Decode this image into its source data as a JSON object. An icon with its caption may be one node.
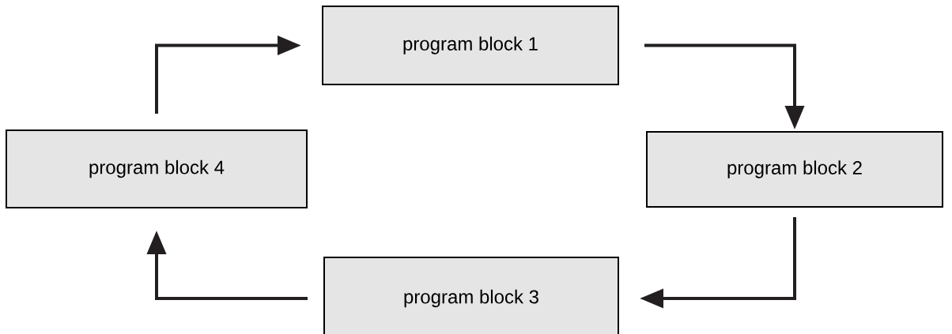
{
  "diagram": {
    "nodes": [
      {
        "text": [
          "program block 1"
        ]
      },
      {
        "text": [
          "program block 2"
        ]
      },
      {
        "text": [
          "program block 3"
        ]
      },
      {
        "text": [
          "program block 4"
        ]
      }
    ],
    "edges": [
      {
        "from": 0,
        "to": 1,
        "arrow": "to"
      },
      {
        "from": 1,
        "to": 2,
        "arrow": "to"
      },
      {
        "from": 2,
        "to": 3,
        "arrow": "to"
      },
      {
        "from": 3,
        "to": 0,
        "arrow": "to"
      }
    ]
  }
}
